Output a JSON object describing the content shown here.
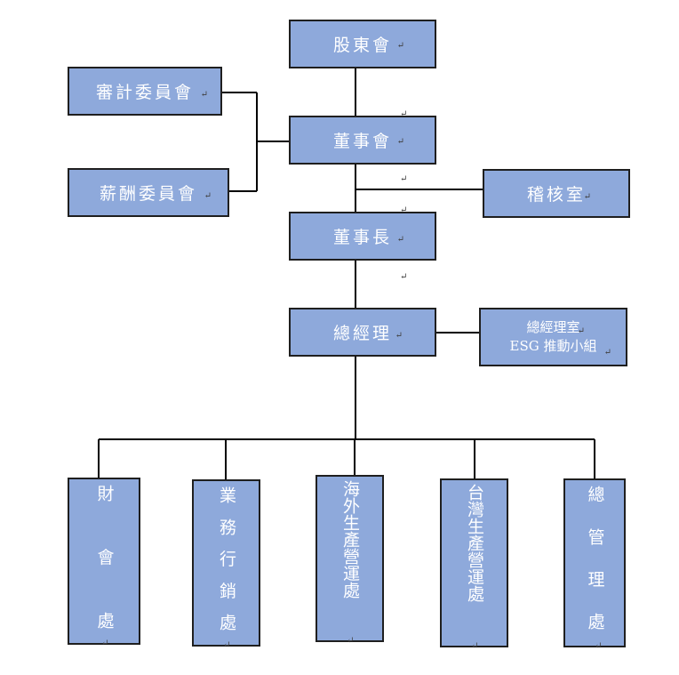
{
  "mark": "↵",
  "nodes": {
    "shareholders": "股東會",
    "audit": "審計委員會",
    "board": "董事會",
    "compensation": "薪酬委員會",
    "internal_audit": "稽核室",
    "chairman": "董事長",
    "gm": "總經理",
    "gm_office_line1": "總經理室",
    "gm_office_line2": "ESG 推動小組",
    "finance": "財會處",
    "sales": "業務行銷處",
    "overseas": "海外生產營運處",
    "taiwan": "台灣生產營運處",
    "admin": "總管理處"
  }
}
